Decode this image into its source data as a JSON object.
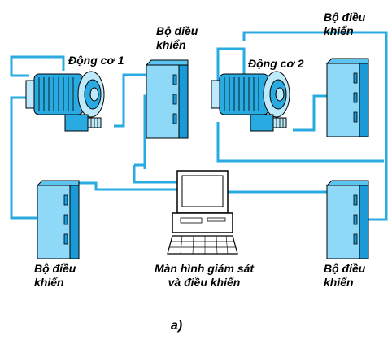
{
  "labels": {
    "motor1": "Động cơ 1",
    "motor2": "Động cơ 2",
    "ctrl_top_left": "Bộ điều\nkhiển",
    "ctrl_top_right": "Bộ điều\nkhiển",
    "ctrl_bottom_left": "Bộ điều\nkhiển",
    "ctrl_bottom_right": "Bộ điều\nkhiển",
    "monitor": "Màn hình giám sát\nvà điều khiển",
    "caption": "a)"
  },
  "colors": {
    "wire": "#29ABE2",
    "cabinet_light": "#8ED8F8",
    "cabinet_dark": "#1A9AD6",
    "motor_body": "#29ABE2",
    "motor_light": "#BDE9FB",
    "outline": "#000000"
  },
  "icons": [
    "motor-icon",
    "controller-cabinet-icon",
    "computer-monitor-icon",
    "keyboard-icon"
  ]
}
